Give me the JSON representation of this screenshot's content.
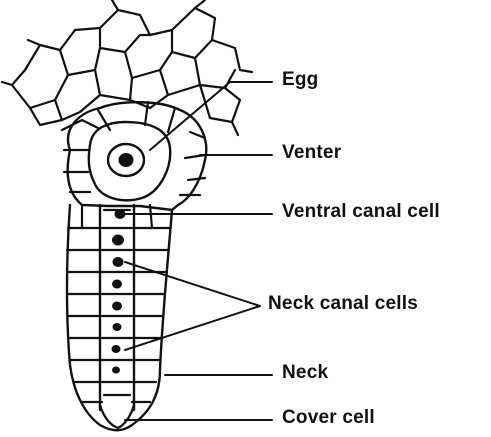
{
  "labels": {
    "egg": "Egg",
    "venter": "Venter",
    "ventral_canal_cell": "Ventral canal cell",
    "neck_canal_cells": "Neck canal cells",
    "neck": "Neck",
    "cover_cell": "Cover cell"
  },
  "colors": {
    "ink": "#111111",
    "background": "#ffffff"
  }
}
